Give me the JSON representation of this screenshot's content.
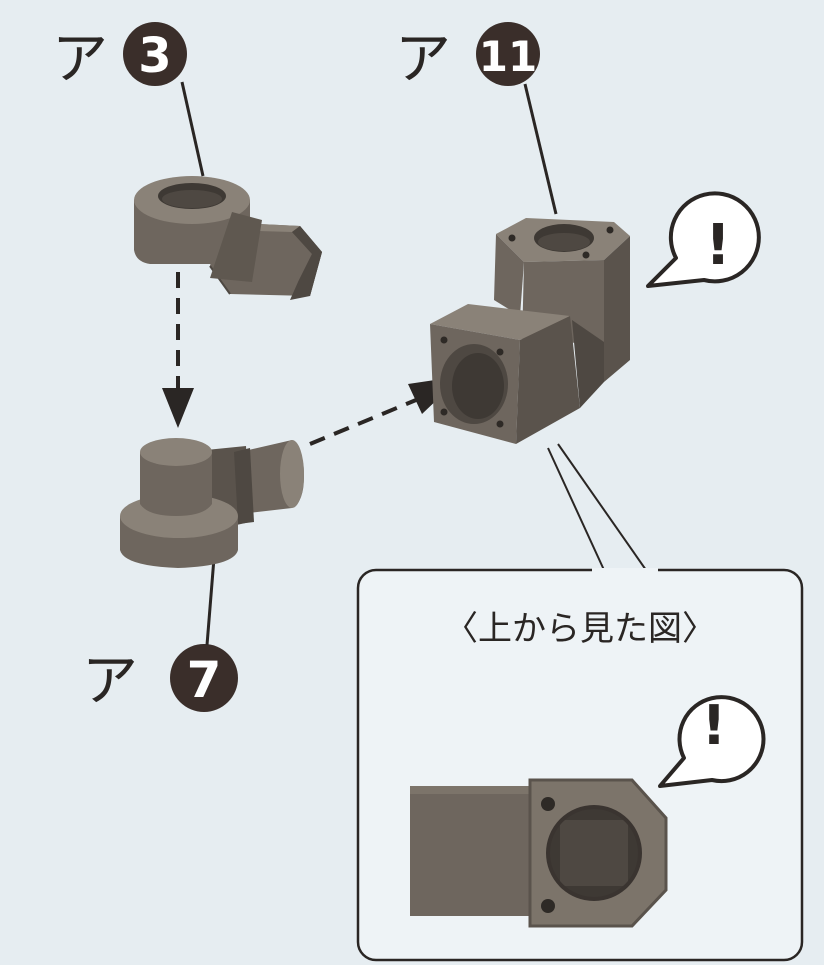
{
  "labels": [
    {
      "id": "a3",
      "prefix": "ア",
      "number": "3"
    },
    {
      "id": "a11",
      "prefix": "ア",
      "number": "11"
    },
    {
      "id": "a7",
      "prefix": "ア",
      "number": "7"
    }
  ],
  "inset": {
    "title": "〈上から見た図〉"
  },
  "warning_symbol": "!",
  "colors": {
    "background": "#e6edf1",
    "part_top": "#8a8278",
    "part_front": "#6e665e",
    "part_side": "#5a534c",
    "part_dark": "#3e3934",
    "badge": "#3a2e2a",
    "line": "#2a2624",
    "inset_bg": "#eef3f6"
  }
}
